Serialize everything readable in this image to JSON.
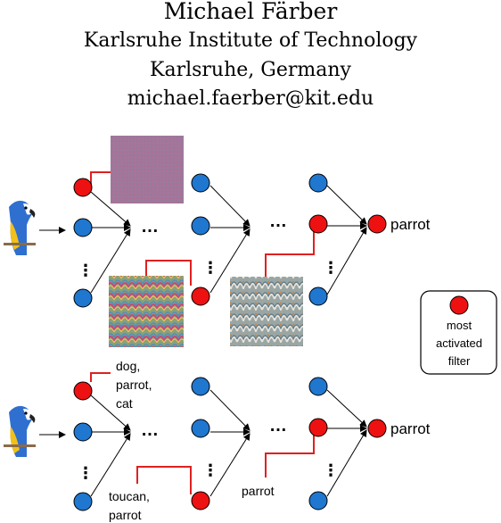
{
  "author": {
    "name": "Michael Färber",
    "institution": "Karlsruhe Institute of Technology",
    "location": "Karlsruhe, Germany",
    "email": "michael.faerber@kit.edu"
  },
  "legend": {
    "line1": "most",
    "line2": "activated",
    "line3": "filter"
  },
  "top_network": {
    "output_label": "parrot",
    "ellipsis": "…",
    "vdots": "⋮"
  },
  "bottom_network": {
    "output_label": "parrot",
    "label_layer1_top": [
      "dog,",
      "parrot,",
      "cat"
    ],
    "label_layer1_bottom": [
      "toucan,",
      "parrot"
    ],
    "label_layer2_bottom": "parrot"
  },
  "colors": {
    "neuron_blue": "#1f77d0",
    "neuron_red": "#ee1111",
    "highlight_line": "#e02020"
  }
}
